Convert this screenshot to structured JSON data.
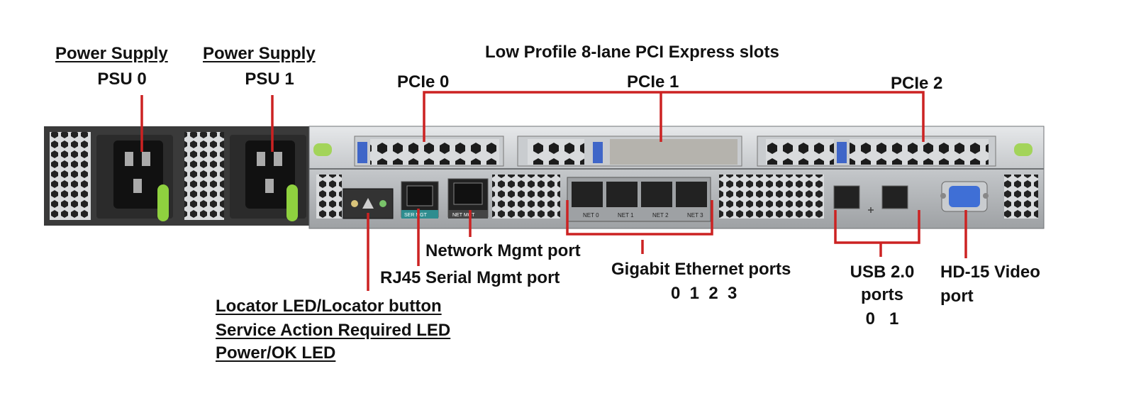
{
  "callouts": {
    "psu0": {
      "title": "Power Supply",
      "name": "PSU 0"
    },
    "psu1": {
      "title": "Power Supply",
      "name": "PSU 1"
    },
    "pcie_group": "Low Profile 8-lane PCI Express slots",
    "pcie0": "PCIe 0",
    "pcie1": "PCIe 1",
    "pcie2": "PCIe 2",
    "network_mgmt": "Network Mgmt port",
    "serial_mgmt": "RJ45 Serial Mgmt port",
    "leds": [
      "Locator LED/Locator button",
      "Service Action Required LED",
      "Power/OK LED"
    ],
    "gige": {
      "title": "Gigabit Ethernet ports",
      "numbers": "0  1  2  3"
    },
    "usb": {
      "line1": "USB 2.0",
      "line2": "ports",
      "numbers": "0   1"
    },
    "video": {
      "line1": "HD-15 Video",
      "line2": "port"
    }
  },
  "panel_marks": {
    "serial_tag": "SER MGT",
    "net_tag": "NET MGT",
    "nic_labels": [
      "NET 0",
      "NET 1",
      "NET 2",
      "NET 3"
    ]
  },
  "colors": {
    "callout_line": "#cc2222",
    "chassis": "#b9bcbf",
    "chassis_dark": "#6f7275",
    "psu_handle": "#8fd13f",
    "slot_tab": "#3f66c8",
    "vga": "#3f6fd6"
  }
}
